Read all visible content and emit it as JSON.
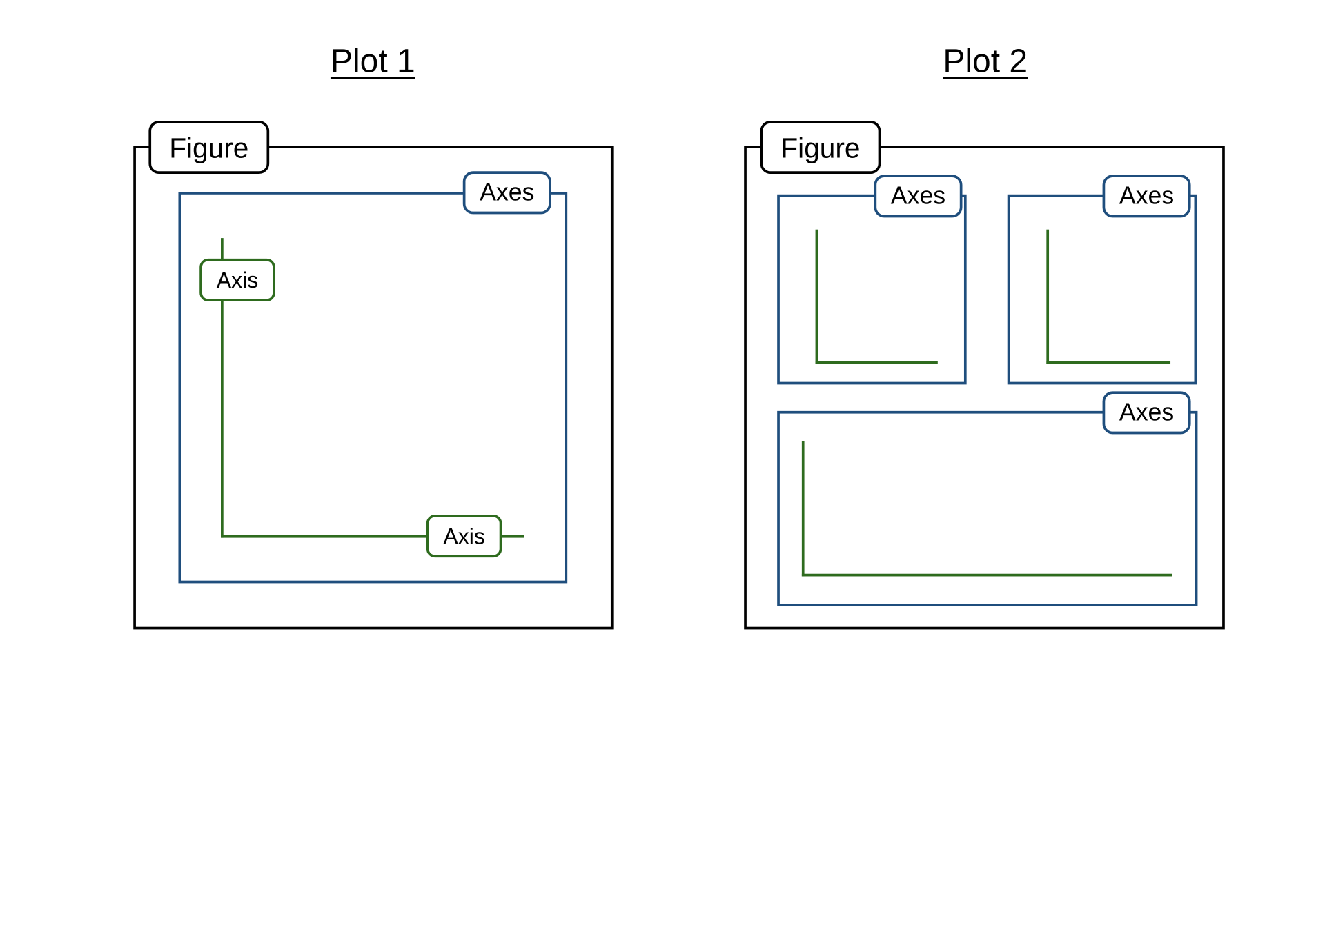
{
  "plot1": {
    "title": "Plot 1",
    "figure_label": "Figure",
    "axes_label": "Axes",
    "y_axis_label": "Axis",
    "x_axis_label": "Axis"
  },
  "plot2": {
    "title": "Plot 2",
    "figure_label": "Figure",
    "axes": [
      {
        "label": "Axes"
      },
      {
        "label": "Axes"
      },
      {
        "label": "Axes"
      }
    ]
  },
  "colors": {
    "figure": "#000000",
    "axes": "#1f4e7d",
    "axis": "#2e6b1e"
  }
}
